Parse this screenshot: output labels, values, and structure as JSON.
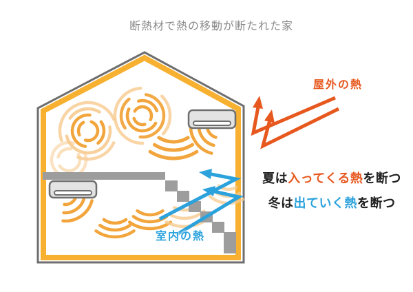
{
  "title": "断熱材で熱の移動が断たれた家",
  "labels": {
    "outdoor_heat": "屋外の熱",
    "indoor_heat": "室内の熱"
  },
  "explanation": {
    "line1": {
      "prefix": "夏は",
      "highlight": "入ってくる熱",
      "suffix": "を断つ"
    },
    "line2": {
      "prefix": "冬は",
      "highlight": "出ていく熱",
      "suffix": "を断つ"
    }
  },
  "icons": {
    "outdoor_heat_arrow": "zigzag-bounce-arrow-orange",
    "indoor_heat_arrow": "zigzag-bounce-arrow-blue",
    "heat_waves": "concentric-arc-waves",
    "air_conditioner": "wall-mounted-ac-unit"
  },
  "colors": {
    "background": "#FFFFFF",
    "title_gray": "#8A8A8A",
    "outline_gray": "#6E6E6E",
    "structure_gray": "#9D9D9D",
    "aircon_fill": "#E3E3E3",
    "insulation_orange": "#F7B02F",
    "wave_orange": "#F2A53C",
    "wave_orange_light": "#F7CB90",
    "accent_orange": "#E7581F",
    "accent_blue": "#2BA2DC",
    "text_dark": "#1F1F1F"
  }
}
